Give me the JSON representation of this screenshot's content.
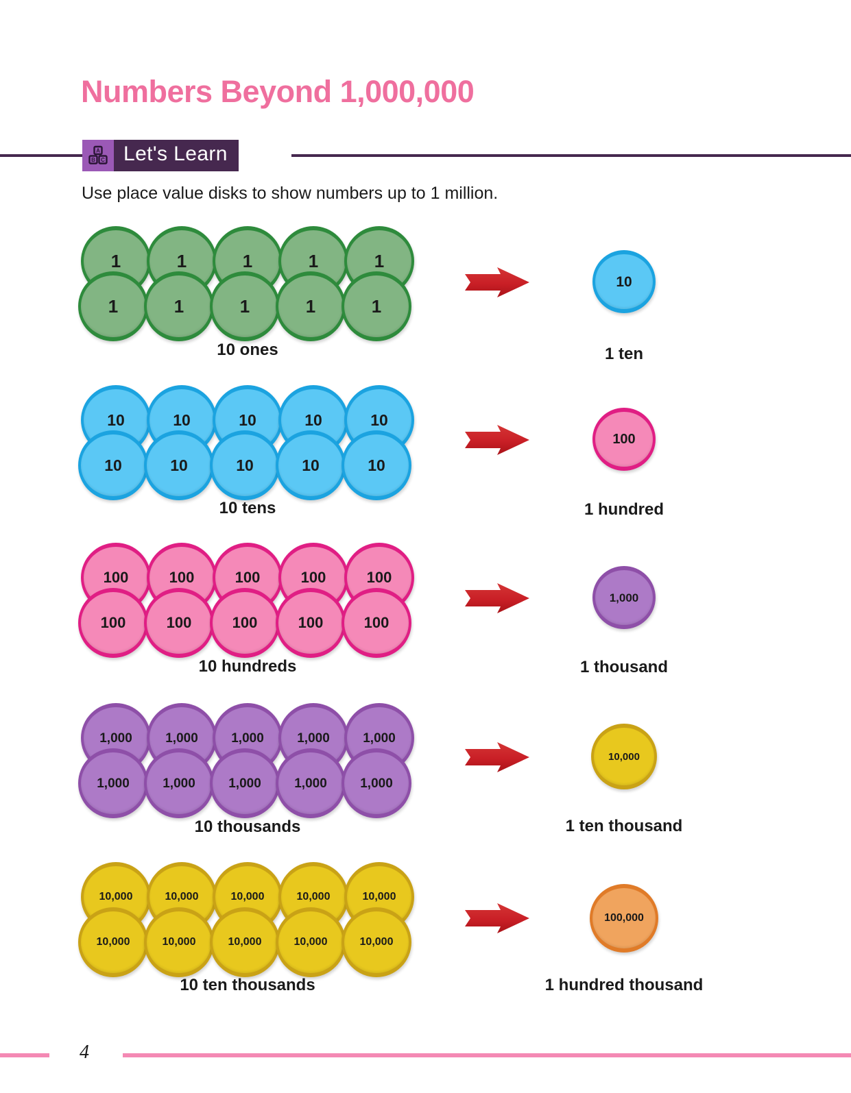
{
  "page": {
    "title": "Numbers Beyond 1,000,000",
    "title_color": "#ef6f9e",
    "page_number": "4",
    "background": "#ffffff"
  },
  "band": {
    "label": "Let's Learn",
    "icon": "abc-blocks-icon",
    "icon_letters": [
      "A",
      "B",
      "C"
    ],
    "band_color": "#46284f",
    "icon_box_color": "#9b59b6"
  },
  "intro": {
    "text": "Use place value disks to show numbers up to 1 million."
  },
  "arrow": {
    "name": "right-arrow-icon",
    "color": "#cc2026",
    "outline": "#ffffff"
  },
  "disk_styles": {
    "green": {
      "rim": "#2e8b3c",
      "face": "#82b583"
    },
    "blue": {
      "rim": "#1ba3e0",
      "face": "#5bc8f5"
    },
    "pink": {
      "rim": "#e01e84",
      "face": "#f589b8"
    },
    "purple": {
      "rim": "#8e4fa8",
      "face": "#ad7ac7"
    },
    "yellow": {
      "rim": "#c9a216",
      "face": "#e8c81e"
    },
    "orange": {
      "rim": "#e07b28",
      "face": "#f0a45e"
    }
  },
  "rows": [
    {
      "id": "ones-to-ten",
      "group_value": "1",
      "group_color": "green",
      "group_count": 10,
      "group_label": "10 ones",
      "result_value": "10",
      "result_color": "blue",
      "result_label": "1 ten"
    },
    {
      "id": "tens-to-hundred",
      "group_value": "10",
      "group_color": "blue",
      "group_count": 10,
      "group_label": "10 tens",
      "result_value": "100",
      "result_color": "pink",
      "result_label": "1 hundred"
    },
    {
      "id": "hundreds-to-thousand",
      "group_value": "100",
      "group_color": "pink",
      "group_count": 10,
      "group_label": "10 hundreds",
      "result_value": "1,000",
      "result_color": "purple",
      "result_label": "1 thousand"
    },
    {
      "id": "thousands-to-ten-thousand",
      "group_value": "1,000",
      "group_color": "purple",
      "group_count": 10,
      "group_label": "10 thousands",
      "result_value": "10,000",
      "result_color": "yellow",
      "result_label": "1 ten thousand"
    },
    {
      "id": "ten-thousands-to-hundred-thousand",
      "group_value": "10,000",
      "group_color": "yellow",
      "group_count": 10,
      "group_label": "10 ten thousands",
      "result_value": "100,000",
      "result_color": "orange",
      "result_label": "1 hundred thousand"
    }
  ],
  "footer": {
    "rule_color": "#f489b4"
  }
}
